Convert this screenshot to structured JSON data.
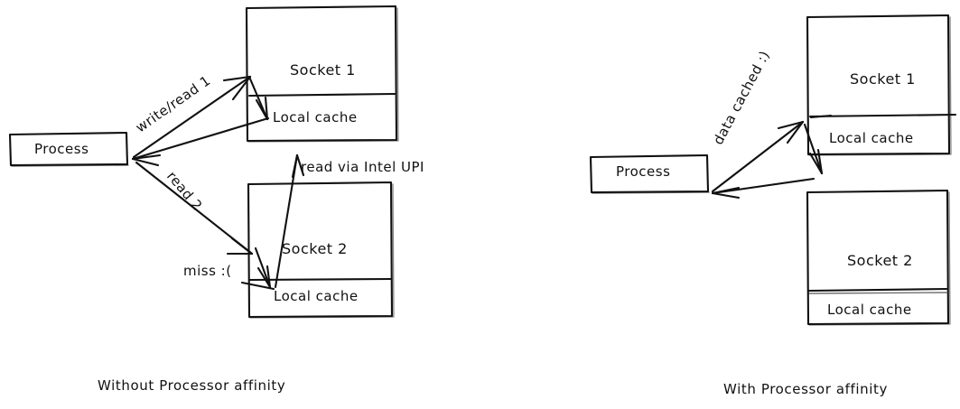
{
  "diagram": {
    "title_left": "Without Processor affinity",
    "title_right": "With Processor affinity",
    "stroke_color": "#111111",
    "background_color": "#ffffff",
    "left": {
      "process_box": {
        "label": "Process"
      },
      "socket1": {
        "label": "Socket 1",
        "cache_label": "Local cache"
      },
      "socket2": {
        "label": "Socket 2",
        "cache_label": "Local cache"
      },
      "edges": [
        {
          "label": "write/read 1"
        },
        {
          "label": "read 2"
        },
        {
          "label": "read via Intel UPI"
        },
        {
          "label": "miss :("
        }
      ]
    },
    "right": {
      "process_box": {
        "label": "Process"
      },
      "socket1": {
        "label": "Socket 1",
        "cache_label": "Local cache"
      },
      "socket2": {
        "label": "Socket 2",
        "cache_label": "Local cache"
      },
      "edges": [
        {
          "label": "data cached :)"
        }
      ]
    }
  }
}
